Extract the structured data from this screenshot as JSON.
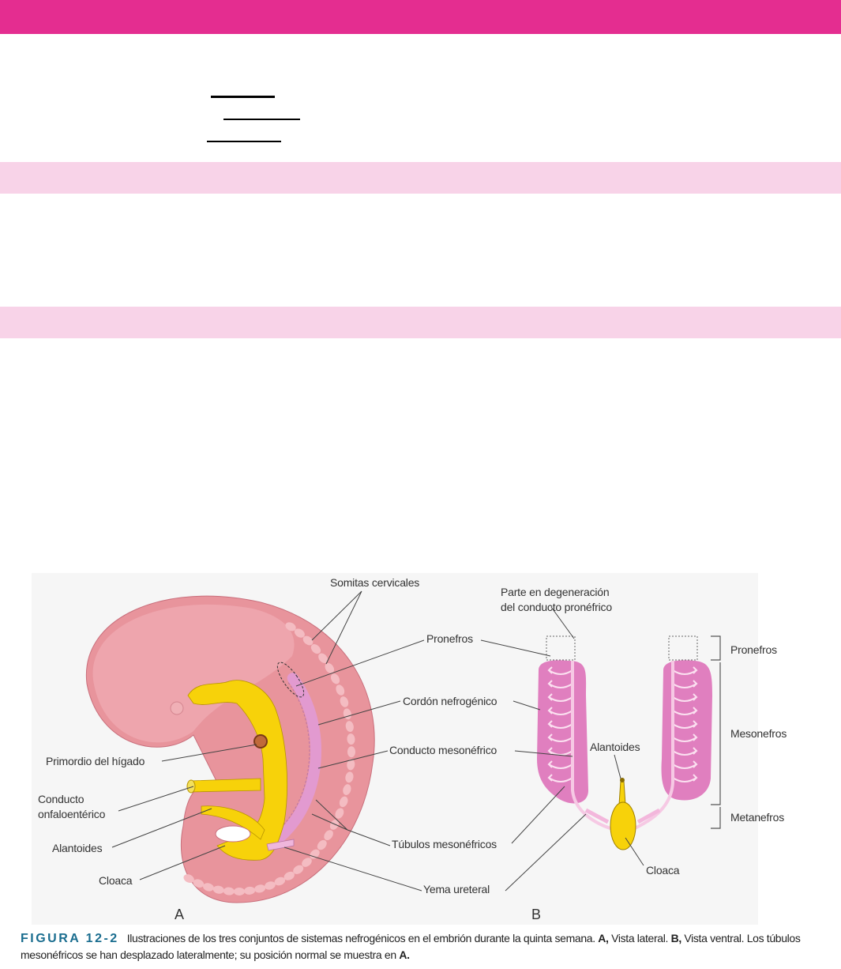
{
  "colors": {
    "header_bar": "#e42d90",
    "section_band": "#f8d3e8",
    "figure_number": "#1a6d8f",
    "embryo": "#e8949c",
    "gut": "#f7d20a",
    "nephric": "#e07fbf"
  },
  "figure": {
    "panel_a": {
      "letter": "A",
      "labels": {
        "somitas": "Somitas cervicales",
        "pronefros": "Pronefros",
        "cordon": "Cordón nefrogénico",
        "conducto_meso": "Conducto mesonéfrico",
        "higado": "Primordio del hígado",
        "onfalo_1": "Conducto",
        "onfalo_2": "onfaloentérico",
        "alantoides": "Alantoides",
        "cloaca": "Cloaca",
        "tubulos": "Túbulos mesonéfricos",
        "yema": "Yema ureteral"
      }
    },
    "panel_b": {
      "letter": "B",
      "labels": {
        "degeneracion_1": "Parte en degeneración",
        "degeneracion_2": "del conducto pronéfrico",
        "pronefros": "Pronefros",
        "mesonefros": "Mesonefros",
        "metanefros": "Metanefros",
        "alantoides": "Alantoides",
        "cloaca": "Cloaca"
      }
    },
    "caption": {
      "number": "FIGURA 12-2",
      "text_1": "Ilustraciones de los tres conjuntos de sistemas nefrogénicos en el embrión durante la quinta semana. ",
      "bold_a": "A,",
      "text_2": " Vista lateral. ",
      "bold_b": "B,",
      "text_3": " Vista ventral. Los túbulos mesonéfricos se han desplazado lateralmente; su posición normal se muestra en ",
      "bold_a2": "A."
    }
  }
}
